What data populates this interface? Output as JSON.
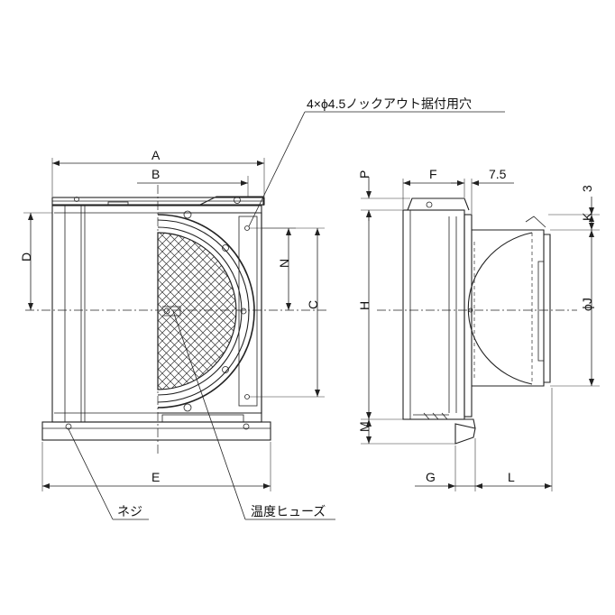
{
  "callouts": {
    "knockout_holes": "4×ϕ4.5ノックアウト据付用穴",
    "screw": "ネジ",
    "thermal_fuse": "温度ヒューズ"
  },
  "dimensions": {
    "A": "A",
    "B": "B",
    "C": "C",
    "D": "D",
    "E": "E",
    "N": "N",
    "P": "P",
    "F": "F",
    "seven_five": "7.5",
    "three": "3",
    "K": "K",
    "H": "H",
    "phiJ": "ϕJ",
    "M": "M",
    "G": "G",
    "L": "L"
  },
  "colors": {
    "line": "#222222",
    "background": "#ffffff"
  }
}
